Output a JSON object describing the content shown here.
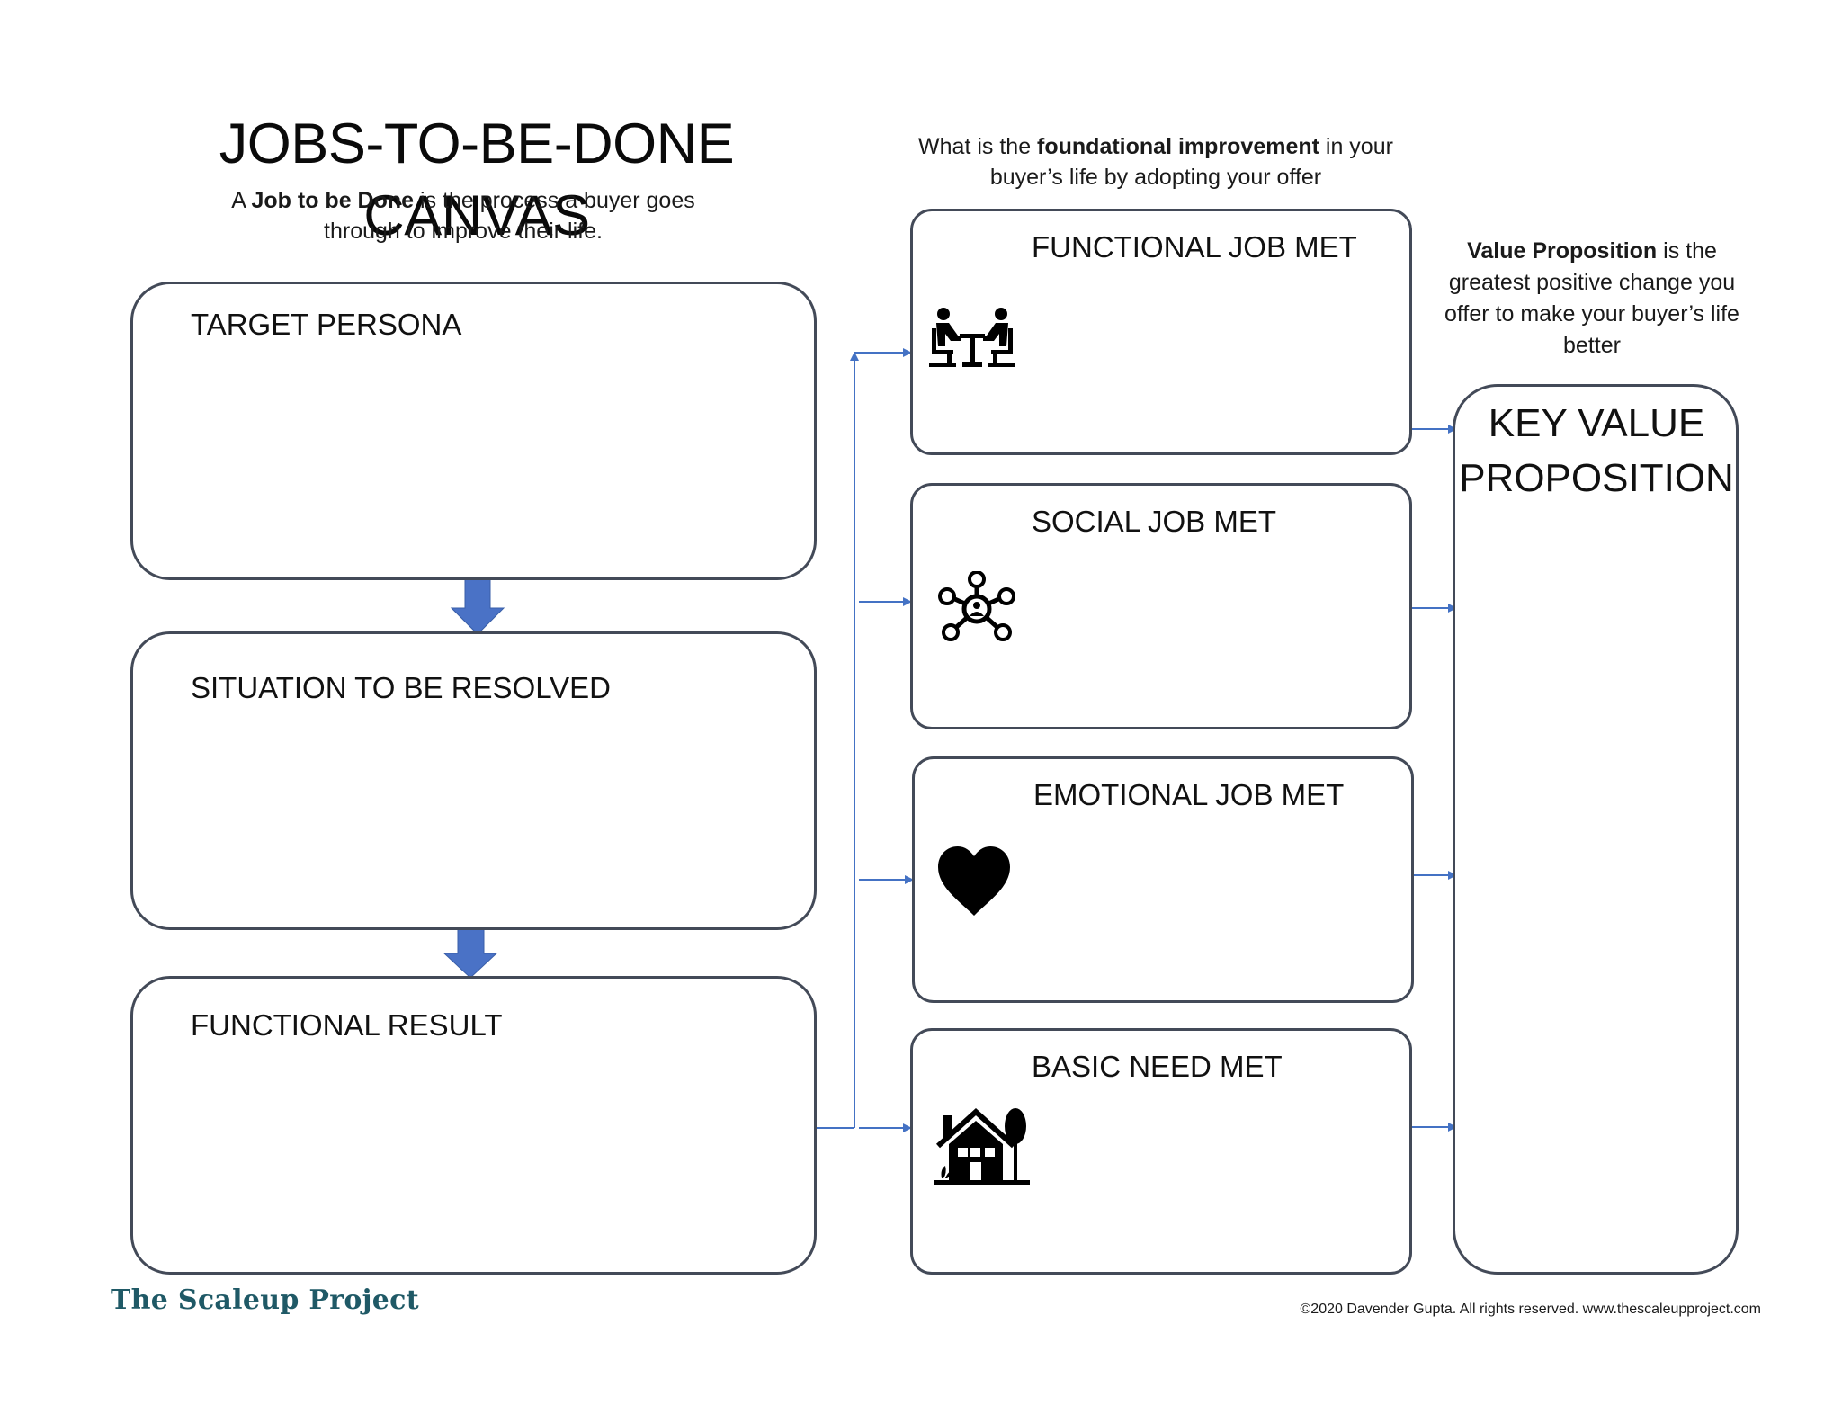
{
  "header": {
    "title": "JOBS-TO-BE-DONE CANVAS",
    "subtitle": {
      "prefix": "A ",
      "bold": "Job to be Done",
      "suffix": " is the process a buyer goes through to improve their life."
    }
  },
  "improvement_note": {
    "prefix": "What is the ",
    "bold": "foundational improvement",
    "suffix": " in your buyer’s life by adopting your offer"
  },
  "value_note": {
    "bold": "Value Proposition",
    "suffix": " is the greatest positive change you offer to make your buyer’s life better"
  },
  "left_boxes": [
    {
      "label": "TARGET PERSONA"
    },
    {
      "label": "SITUATION TO BE RESOLVED"
    },
    {
      "label": "FUNCTIONAL RESULT"
    }
  ],
  "job_boxes": [
    {
      "label": "FUNCTIONAL JOB MET",
      "icon": "meeting-icon"
    },
    {
      "label": "SOCIAL JOB MET",
      "icon": "network-icon"
    },
    {
      "label": "EMOTIONAL JOB MET",
      "icon": "heart-icon"
    },
    {
      "label": "BASIC NEED MET",
      "icon": "house-icon"
    }
  ],
  "key_value_box": {
    "label": "KEY VALUE PROPOSITION"
  },
  "footer": {
    "logo": "The Scaleup Project",
    "copyright": "©2020 Davender Gupta. All rights reserved. www.thescaleupproject.com"
  },
  "colors": {
    "box_border": "#434a58",
    "connector_blue": "#4472c4",
    "down_arrow_fill": "#4a72c6",
    "logo_teal": "#1f5966"
  }
}
